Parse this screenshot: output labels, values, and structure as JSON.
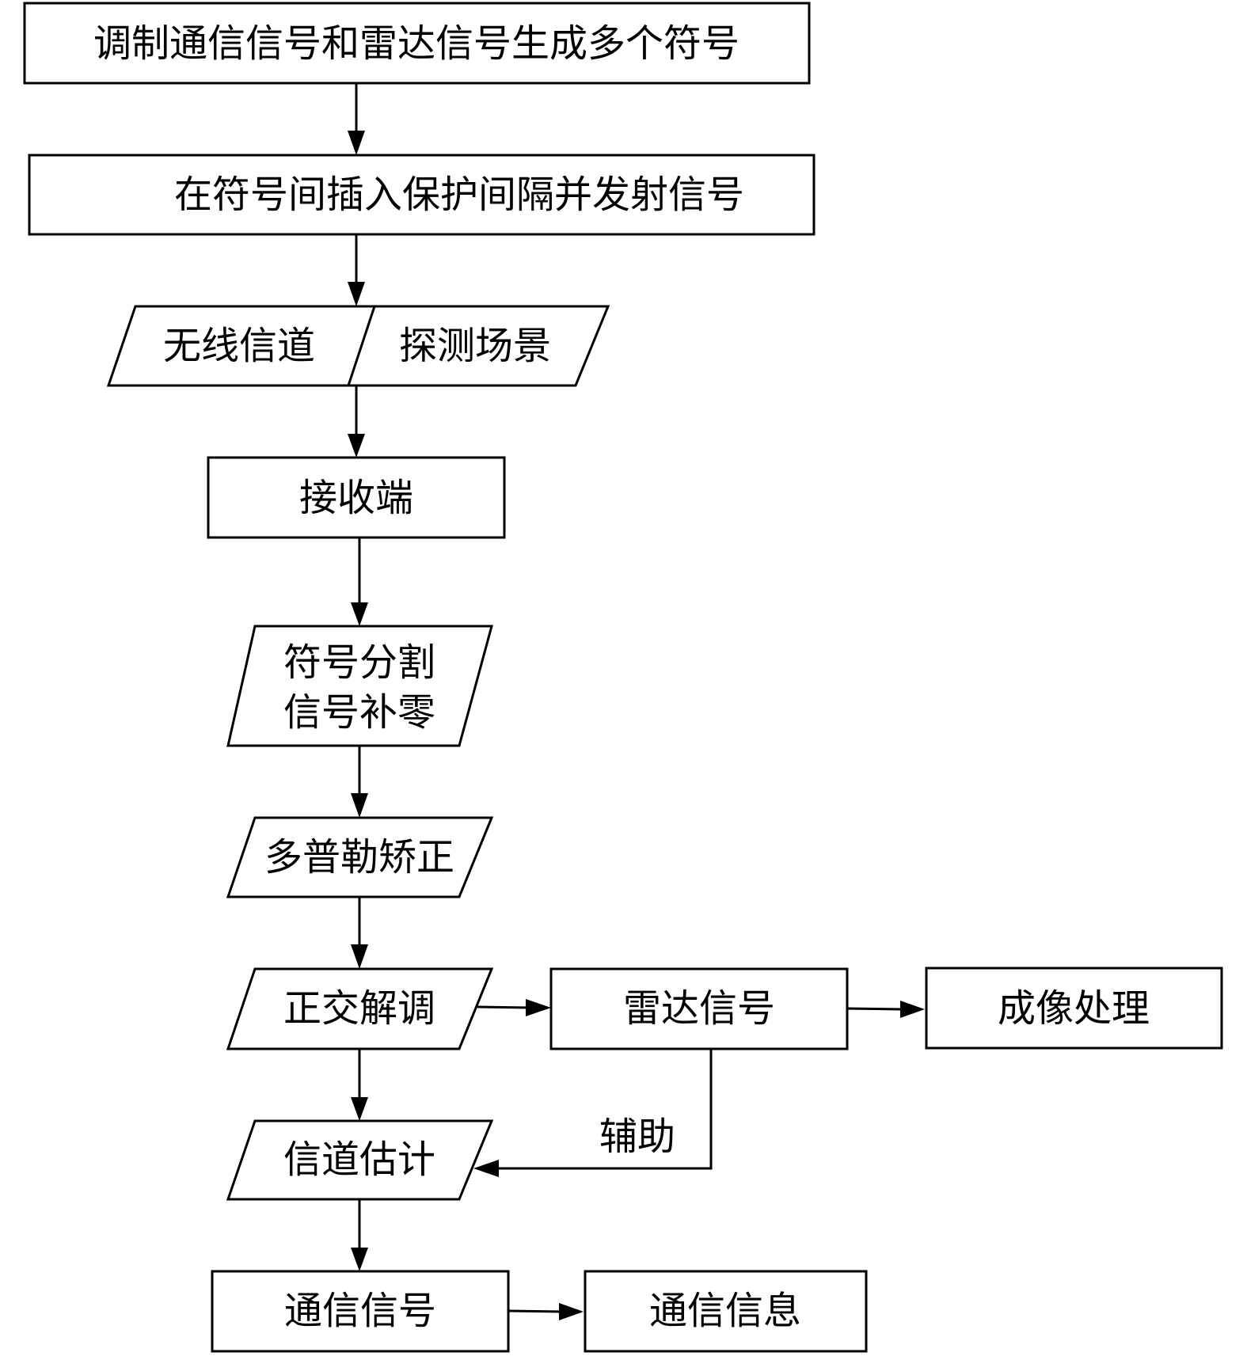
{
  "diagram": {
    "type": "flowchart",
    "nodes": {
      "modulate": {
        "label": "调制通信信号和雷达信号生成多个符号",
        "shape": "rectangle"
      },
      "insert_guard": {
        "label": "在符号间插入保护间隔并发射信号",
        "shape": "rectangle"
      },
      "wireless_channel": {
        "label": "无线信道",
        "shape": "parallelogram"
      },
      "detection_scene": {
        "label": "探测场景",
        "shape": "parallelogram"
      },
      "receiver": {
        "label": "接收端",
        "shape": "rectangle"
      },
      "symbol_split_line1": {
        "label": "符号分割",
        "shape": "parallelogram"
      },
      "symbol_split_line2": {
        "label": "信号补零"
      },
      "doppler_correction": {
        "label": "多普勒矫正",
        "shape": "parallelogram"
      },
      "quadrature_demod": {
        "label": "正交解调",
        "shape": "parallelogram"
      },
      "radar_signal": {
        "label": "雷达信号",
        "shape": "rectangle"
      },
      "imaging": {
        "label": "成像处理",
        "shape": "rectangle"
      },
      "channel_estimation": {
        "label": "信道估计",
        "shape": "parallelogram"
      },
      "comm_signal": {
        "label": "通信信号",
        "shape": "rectangle"
      },
      "comm_info": {
        "label": "通信信息",
        "shape": "rectangle"
      }
    },
    "edges": [
      {
        "from": "modulate",
        "to": "insert_guard"
      },
      {
        "from": "insert_guard",
        "to": "wireless_channel"
      },
      {
        "from": "wireless_channel",
        "to": "receiver"
      },
      {
        "from": "receiver",
        "to": "symbol_split_line1"
      },
      {
        "from": "symbol_split_line1",
        "to": "doppler_correction"
      },
      {
        "from": "doppler_correction",
        "to": "quadrature_demod"
      },
      {
        "from": "quadrature_demod",
        "to": "radar_signal"
      },
      {
        "from": "radar_signal",
        "to": "imaging"
      },
      {
        "from": "quadrature_demod",
        "to": "channel_estimation"
      },
      {
        "from": "radar_signal",
        "to": "channel_estimation",
        "label": "辅助"
      },
      {
        "from": "channel_estimation",
        "to": "comm_signal"
      },
      {
        "from": "comm_signal",
        "to": "comm_info"
      }
    ],
    "edge_labels": {
      "assist": "辅助"
    }
  }
}
